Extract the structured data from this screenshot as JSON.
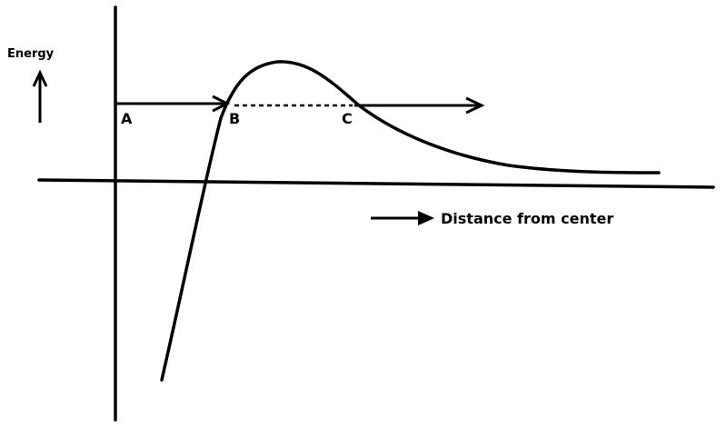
{
  "labels": {
    "y_axis": "Energy",
    "x_axis": "Distance from center",
    "point_a": "A",
    "point_b": "B",
    "point_c": "C"
  },
  "colors": {
    "ink": "#000000",
    "background": "#ffffff"
  }
}
